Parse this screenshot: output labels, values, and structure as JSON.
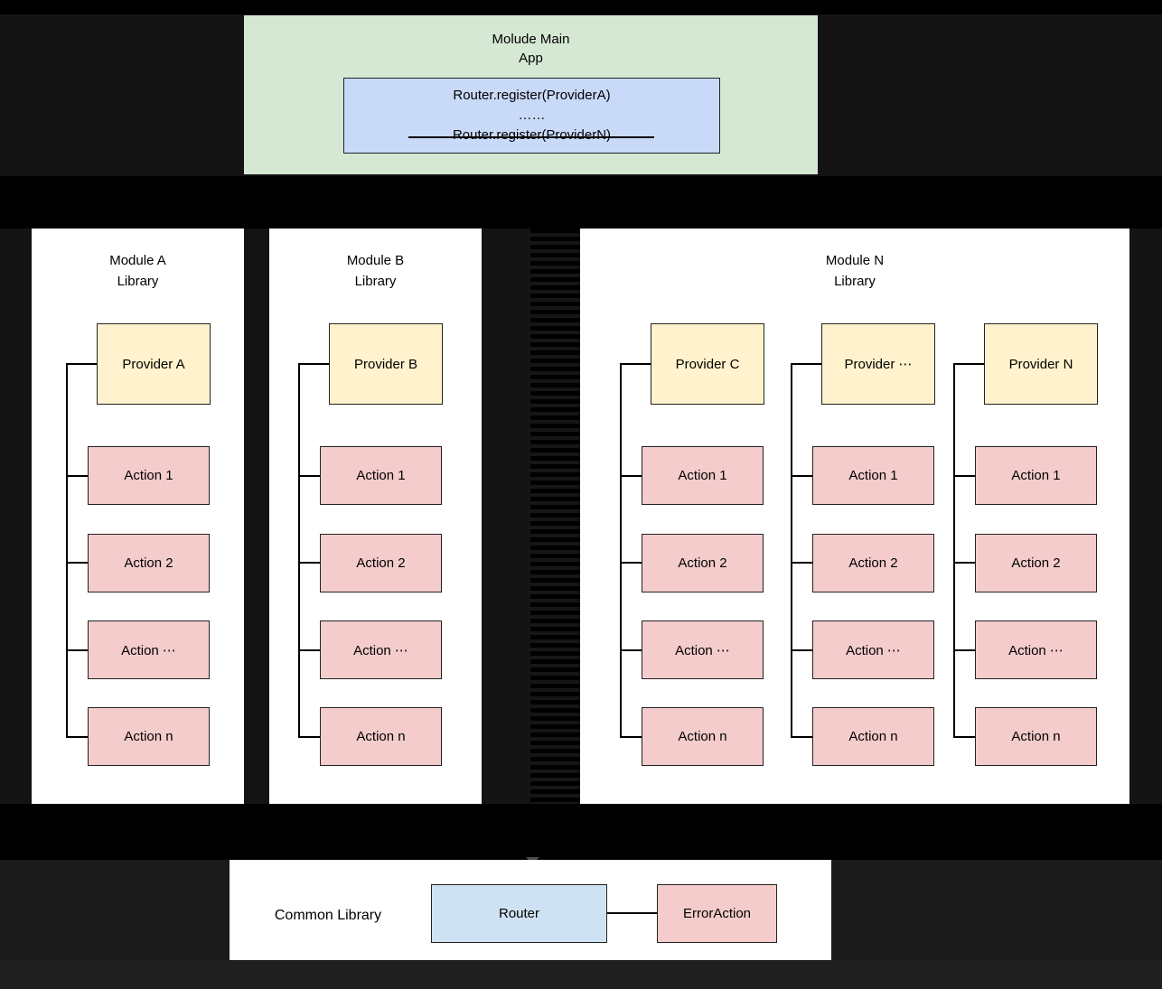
{
  "main_app": {
    "title_line1": "Molude Main",
    "title_line2": "App",
    "register": {
      "line1": "Router.register(ProviderA)",
      "dots": "……",
      "line2": "Router.register(ProviderN)",
      "line2_struck_through": true
    }
  },
  "modules": [
    {
      "title_line1": "Module A",
      "title_line2": "Library",
      "columns": [
        {
          "provider": "Provider A",
          "actions": [
            "Action 1",
            "Action 2",
            "Action ⋯",
            "Action n"
          ]
        }
      ]
    },
    {
      "title_line1": "Module B",
      "title_line2": "Library",
      "columns": [
        {
          "provider": "Provider B",
          "actions": [
            "Action 1",
            "Action 2",
            "Action ⋯",
            "Action n"
          ]
        }
      ]
    },
    {
      "title_line1": "Module N",
      "title_line2": "Library",
      "columns": [
        {
          "provider": "Provider C",
          "actions": [
            "Action 1",
            "Action 2",
            "Action ⋯",
            "Action n"
          ]
        },
        {
          "provider": "Provider ⋯",
          "actions": [
            "Action 1",
            "Action 2",
            "Action ⋯",
            "Action n"
          ]
        },
        {
          "provider": "Provider N",
          "actions": [
            "Action 1",
            "Action 2",
            "Action ⋯",
            "Action n"
          ]
        }
      ]
    }
  ],
  "common_library": {
    "label": "Common Library",
    "router": "Router",
    "error_action": "ErrorAction"
  },
  "colors": {
    "main_app_fill": "#d5e8d4",
    "register_fill": "#c9daf8",
    "provider_fill": "#fff2cc",
    "action_fill": "#f4cccc",
    "router_fill": "#cfe2f3",
    "error_action_fill": "#f4cccc",
    "module_fill": "#ffffff",
    "connector": "#000000",
    "background": "#141414"
  }
}
